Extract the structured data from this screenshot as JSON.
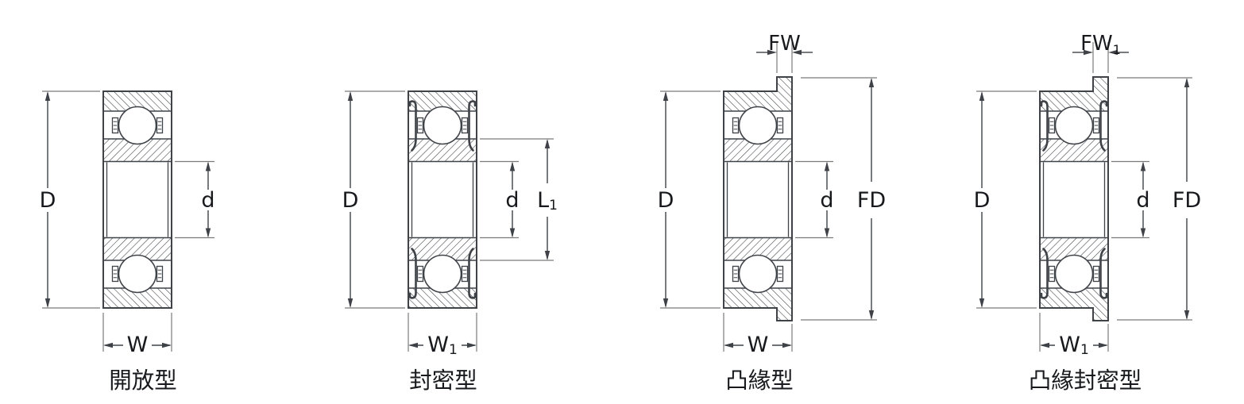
{
  "figure": {
    "background": "#ffffff",
    "stroke_color": "#3f4348",
    "extension_line_color": "#7a7a7a",
    "text_color": "#17191d",
    "bearings": [
      {
        "id": "open-type",
        "caption": "開放型",
        "dim_labels": {
          "outer_diameter": {
            "base": "D",
            "sub": ""
          },
          "bore_diameter": {
            "base": "d",
            "sub": ""
          },
          "width": {
            "base": "W",
            "sub": ""
          }
        }
      },
      {
        "id": "sealed-type",
        "caption": "封密型",
        "dim_labels": {
          "outer_diameter": {
            "base": "D",
            "sub": ""
          },
          "bore_diameter": {
            "base": "d",
            "sub": ""
          },
          "inner_ring_outer_diameter": {
            "base": "L",
            "sub": "1"
          },
          "width": {
            "base": "W",
            "sub": "1"
          }
        }
      },
      {
        "id": "flanged-type",
        "caption": "凸緣型",
        "dim_labels": {
          "outer_diameter": {
            "base": "D",
            "sub": ""
          },
          "bore_diameter": {
            "base": "d",
            "sub": ""
          },
          "flange_diameter": {
            "base": "FD",
            "sub": ""
          },
          "flange_width": {
            "base": "FW",
            "sub": ""
          },
          "width": {
            "base": "W",
            "sub": ""
          }
        }
      },
      {
        "id": "flanged-sealed-type",
        "caption": "凸緣封密型",
        "dim_labels": {
          "outer_diameter": {
            "base": "D",
            "sub": ""
          },
          "bore_diameter": {
            "base": "d",
            "sub": ""
          },
          "flange_diameter": {
            "base": "FD",
            "sub": ""
          },
          "flange_width": {
            "base": "FW",
            "sub": "1"
          },
          "width": {
            "base": "W",
            "sub": "1"
          }
        }
      }
    ]
  }
}
